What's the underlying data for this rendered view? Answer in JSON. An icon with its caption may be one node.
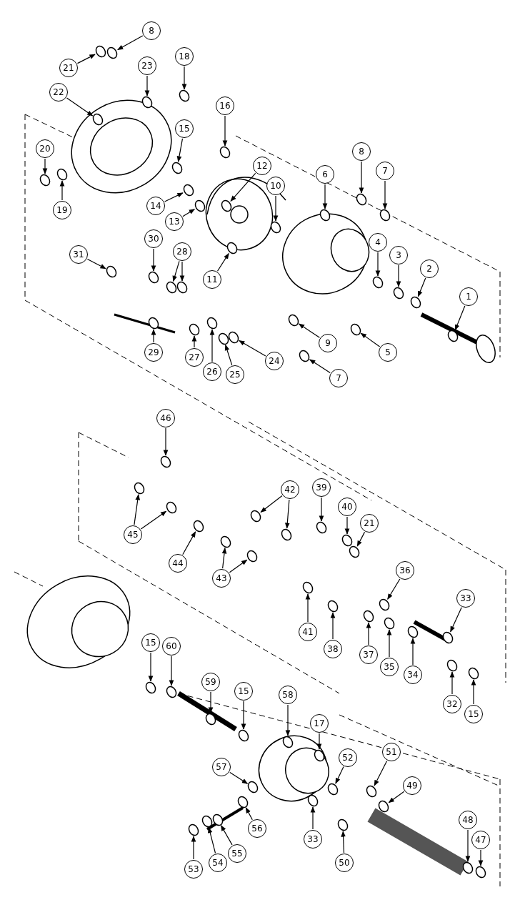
{
  "diagram": {
    "nodes": [
      {
        "text": [
          "8"
        ]
      },
      {
        "text": [
          "21"
        ]
      },
      {
        "text": [
          "23"
        ]
      },
      {
        "text": [
          "22"
        ]
      },
      {
        "text": [
          "18"
        ]
      },
      {
        "text": [
          "16"
        ]
      },
      {
        "text": [
          "15"
        ]
      },
      {
        "text": [
          "20"
        ]
      },
      {
        "text": [
          "19"
        ]
      },
      {
        "text": [
          "12"
        ]
      },
      {
        "text": [
          "10"
        ]
      },
      {
        "text": [
          "6"
        ]
      },
      {
        "text": [
          "8"
        ]
      },
      {
        "text": [
          "7"
        ]
      },
      {
        "text": [
          "14"
        ]
      },
      {
        "text": [
          "13"
        ]
      },
      {
        "text": [
          "11"
        ]
      },
      {
        "text": [
          "4"
        ]
      },
      {
        "text": [
          "3"
        ]
      },
      {
        "text": [
          "2"
        ]
      },
      {
        "text": [
          "31"
        ]
      },
      {
        "text": [
          "30"
        ]
      },
      {
        "text": [
          "28"
        ]
      },
      {
        "text": [
          "1"
        ]
      },
      {
        "text": [
          "9"
        ]
      },
      {
        "text": [
          "5"
        ]
      },
      {
        "text": [
          "29"
        ]
      },
      {
        "text": [
          "27"
        ]
      },
      {
        "text": [
          "26"
        ]
      },
      {
        "text": [
          "25"
        ]
      },
      {
        "text": [
          "24"
        ]
      },
      {
        "text": [
          "7"
        ]
      },
      {
        "text": [
          "46"
        ]
      },
      {
        "text": [
          "45"
        ]
      },
      {
        "text": [
          "44"
        ]
      },
      {
        "text": [
          "42"
        ]
      },
      {
        "text": [
          "39"
        ]
      },
      {
        "text": [
          "40"
        ]
      },
      {
        "text": [
          "21"
        ]
      },
      {
        "text": [
          "43"
        ]
      },
      {
        "text": [
          "41"
        ]
      },
      {
        "text": [
          "38"
        ]
      },
      {
        "text": [
          "36"
        ]
      },
      {
        "text": [
          "33"
        ]
      },
      {
        "text": [
          "37"
        ]
      },
      {
        "text": [
          "35"
        ]
      },
      {
        "text": [
          "34"
        ]
      },
      {
        "text": [
          "32"
        ]
      },
      {
        "text": [
          "15"
        ]
      },
      {
        "text": [
          "15"
        ]
      },
      {
        "text": [
          "60"
        ]
      },
      {
        "text": [
          "59"
        ]
      },
      {
        "text": [
          "15"
        ]
      },
      {
        "text": [
          "58"
        ]
      },
      {
        "text": [
          "17"
        ]
      },
      {
        "text": [
          "57"
        ]
      },
      {
        "text": [
          "52"
        ]
      },
      {
        "text": [
          "51"
        ]
      },
      {
        "text": [
          "49"
        ]
      },
      {
        "text": [
          "56"
        ]
      },
      {
        "text": [
          "33"
        ]
      },
      {
        "text": [
          "50"
        ]
      },
      {
        "text": [
          "53"
        ]
      },
      {
        "text": [
          "54"
        ]
      },
      {
        "text": [
          "55"
        ]
      },
      {
        "text": [
          "48"
        ]
      },
      {
        "text": [
          "47"
        ]
      },
      {
        "text": [],
        "shape": "circle"
      },
      {
        "text": [],
        "shape": "circle"
      },
      {
        "text": [],
        "shape": "circle"
      },
      {
        "text": [],
        "shape": "circle"
      },
      {
        "text": [],
        "shape": "circle"
      },
      {
        "text": [],
        "shape": "circle"
      },
      {
        "text": [],
        "shape": "circle"
      },
      {
        "text": [],
        "shape": "circle"
      },
      {
        "text": [],
        "shape": "circle"
      },
      {
        "text": [],
        "shape": "circle"
      },
      {
        "text": [],
        "shape": "circle"
      },
      {
        "text": [],
        "shape": "circle"
      },
      {
        "text": [],
        "shape": "circle"
      },
      {
        "text": [],
        "shape": "circle"
      },
      {
        "text": [],
        "shape": "circle"
      },
      {
        "text": [],
        "shape": "circle"
      },
      {
        "text": [],
        "shape": "circle"
      },
      {
        "text": [],
        "shape": "circle"
      },
      {
        "text": [],
        "shape": "circle"
      },
      {
        "text": [],
        "shape": "circle"
      },
      {
        "text": [],
        "shape": "circle"
      },
      {
        "text": [],
        "shape": "circle"
      },
      {
        "text": [],
        "shape": "circle"
      },
      {
        "text": [],
        "shape": "circle"
      },
      {
        "text": [],
        "shape": "circle"
      },
      {
        "text": [],
        "shape": "circle"
      },
      {
        "text": [],
        "shape": "circle"
      },
      {
        "text": [],
        "shape": "circle"
      },
      {
        "text": [],
        "shape": "circle"
      },
      {
        "text": [],
        "shape": "circle"
      },
      {
        "text": [],
        "shape": "circle"
      },
      {
        "text": [],
        "shape": "circle"
      },
      {
        "text": [],
        "shape": "circle"
      },
      {
        "text": [],
        "shape": "circle"
      },
      {
        "text": [],
        "shape": "circle"
      },
      {
        "text": [],
        "shape": "circle"
      },
      {
        "text": [],
        "shape": "circle"
      },
      {
        "text": [],
        "shape": "circle"
      },
      {
        "text": [],
        "shape": "circle"
      },
      {
        "text": [],
        "shape": "circle"
      },
      {
        "text": [],
        "shape": "circle"
      },
      {
        "text": [],
        "shape": "circle"
      },
      {
        "text": [],
        "shape": "circle"
      },
      {
        "text": [],
        "shape": "circle"
      },
      {
        "text": [],
        "shape": "circle"
      },
      {
        "text": [],
        "shape": "circle"
      },
      {
        "text": [],
        "shape": "circle"
      },
      {
        "text": [],
        "shape": "circle"
      },
      {
        "text": [],
        "shape": "circle"
      },
      {
        "text": [],
        "shape": "circle"
      },
      {
        "text": [],
        "shape": "circle"
      },
      {
        "text": [],
        "shape": "circle"
      },
      {
        "text": [],
        "shape": "circle"
      },
      {
        "text": [],
        "shape": "circle"
      },
      {
        "text": [],
        "shape": "circle"
      },
      {
        "text": [],
        "shape": "circle"
      },
      {
        "text": [],
        "shape": "circle"
      },
      {
        "text": [],
        "shape": "circle"
      },
      {
        "text": [],
        "shape": "circle"
      },
      {
        "text": [],
        "shape": "circle"
      },
      {
        "text": [],
        "shape": "circle"
      },
      {
        "text": [],
        "shape": "circle"
      },
      {
        "text": [],
        "shape": "circle"
      },
      {
        "text": [],
        "shape": "circle"
      },
      {
        "text": [],
        "shape": "circle"
      },
      {
        "text": [],
        "shape": "circle"
      },
      {
        "text": [],
        "shape": "circle"
      },
      {
        "text": [],
        "shape": "circle"
      },
      {
        "text": [],
        "shape": "circle"
      },
      {
        "text": [],
        "shape": "circle"
      },
      {
        "text": [],
        "shape": "circle"
      }
    ],
    "edges": [
      {
        "from": 0,
        "to": 67,
        "arrow": "to"
      },
      {
        "from": 1,
        "to": 68,
        "arrow": "to"
      },
      {
        "from": 2,
        "to": 69,
        "arrow": "to"
      },
      {
        "from": 3,
        "to": 70,
        "arrow": "to"
      },
      {
        "from": 4,
        "to": 71,
        "arrow": "to"
      },
      {
        "from": 5,
        "to": 72,
        "arrow": "to"
      },
      {
        "from": 6,
        "to": 73,
        "arrow": "to"
      },
      {
        "from": 7,
        "to": 74,
        "arrow": "to"
      },
      {
        "from": 8,
        "to": 75,
        "arrow": "to"
      },
      {
        "from": 9,
        "to": 76,
        "arrow": "to"
      },
      {
        "from": 10,
        "to": 77,
        "arrow": "to"
      },
      {
        "from": 11,
        "to": 78,
        "arrow": "to"
      },
      {
        "from": 12,
        "to": 79,
        "arrow": "to"
      },
      {
        "from": 13,
        "to": 80,
        "arrow": "to"
      },
      {
        "from": 14,
        "to": 81,
        "arrow": "to"
      },
      {
        "from": 15,
        "to": 82,
        "arrow": "to"
      },
      {
        "from": 16,
        "to": 83,
        "arrow": "to"
      },
      {
        "from": 17,
        "to": 84,
        "arrow": "to"
      },
      {
        "from": 18,
        "to": 85,
        "arrow": "to"
      },
      {
        "from": 19,
        "to": 86,
        "arrow": "to"
      },
      {
        "from": 20,
        "to": 87,
        "arrow": "to"
      },
      {
        "from": 21,
        "to": 88,
        "arrow": "to"
      },
      {
        "from": 22,
        "to": 89,
        "arrow": "to"
      },
      {
        "from": 22,
        "to": 90,
        "arrow": "to"
      },
      {
        "from": 23,
        "to": 91,
        "arrow": "to"
      },
      {
        "from": 24,
        "to": 92,
        "arrow": "to"
      },
      {
        "from": 25,
        "to": 93,
        "arrow": "to"
      },
      {
        "from": 26,
        "to": 94,
        "arrow": "to"
      },
      {
        "from": 27,
        "to": 95,
        "arrow": "to"
      },
      {
        "from": 28,
        "to": 96,
        "arrow": "to"
      },
      {
        "from": 29,
        "to": 97,
        "arrow": "to"
      },
      {
        "from": 30,
        "to": 98,
        "arrow": "to"
      },
      {
        "from": 31,
        "to": 99,
        "arrow": "to"
      },
      {
        "from": 32,
        "to": 100,
        "arrow": "to"
      },
      {
        "from": 33,
        "to": 101,
        "arrow": "to"
      },
      {
        "from": 33,
        "to": 102,
        "arrow": "to"
      },
      {
        "from": 34,
        "to": 103,
        "arrow": "to"
      },
      {
        "from": 35,
        "to": 104,
        "arrow": "to"
      },
      {
        "from": 35,
        "to": 105,
        "arrow": "to"
      },
      {
        "from": 36,
        "to": 106,
        "arrow": "to"
      },
      {
        "from": 37,
        "to": 107,
        "arrow": "to"
      },
      {
        "from": 38,
        "to": 108,
        "arrow": "to"
      },
      {
        "from": 39,
        "to": 109,
        "arrow": "to"
      },
      {
        "from": 39,
        "to": 110,
        "arrow": "to"
      },
      {
        "from": 40,
        "to": 111,
        "arrow": "to"
      },
      {
        "from": 41,
        "to": 112,
        "arrow": "to"
      },
      {
        "from": 42,
        "to": 113,
        "arrow": "to"
      },
      {
        "from": 43,
        "to": 114,
        "arrow": "to"
      },
      {
        "from": 44,
        "to": 115,
        "arrow": "to"
      },
      {
        "from": 45,
        "to": 116,
        "arrow": "to"
      },
      {
        "from": 46,
        "to": 117,
        "arrow": "to"
      },
      {
        "from": 47,
        "to": 118,
        "arrow": "to"
      },
      {
        "from": 48,
        "to": 119,
        "arrow": "to"
      },
      {
        "from": 49,
        "to": 120,
        "arrow": "to"
      },
      {
        "from": 50,
        "to": 121,
        "arrow": "to"
      },
      {
        "from": 51,
        "to": 122,
        "arrow": "to"
      },
      {
        "from": 52,
        "to": 123,
        "arrow": "to"
      },
      {
        "from": 53,
        "to": 124,
        "arrow": "to"
      },
      {
        "from": 54,
        "to": 125,
        "arrow": "to"
      },
      {
        "from": 55,
        "to": 126,
        "arrow": "to"
      },
      {
        "from": 56,
        "to": 127,
        "arrow": "to"
      },
      {
        "from": 57,
        "to": 128,
        "arrow": "to"
      },
      {
        "from": 58,
        "to": 129,
        "arrow": "to"
      },
      {
        "from": 59,
        "to": 130,
        "arrow": "to"
      },
      {
        "from": 60,
        "to": 131,
        "arrow": "to"
      },
      {
        "from": 61,
        "to": 132,
        "arrow": "to"
      },
      {
        "from": 62,
        "to": 133,
        "arrow": "to"
      },
      {
        "from": 63,
        "to": 134,
        "arrow": "to"
      },
      {
        "from": 64,
        "to": 135,
        "arrow": "to"
      },
      {
        "from": 65,
        "to": 136,
        "arrow": "to"
      },
      {
        "from": 66,
        "to": 137,
        "arrow": "to"
      }
    ]
  }
}
